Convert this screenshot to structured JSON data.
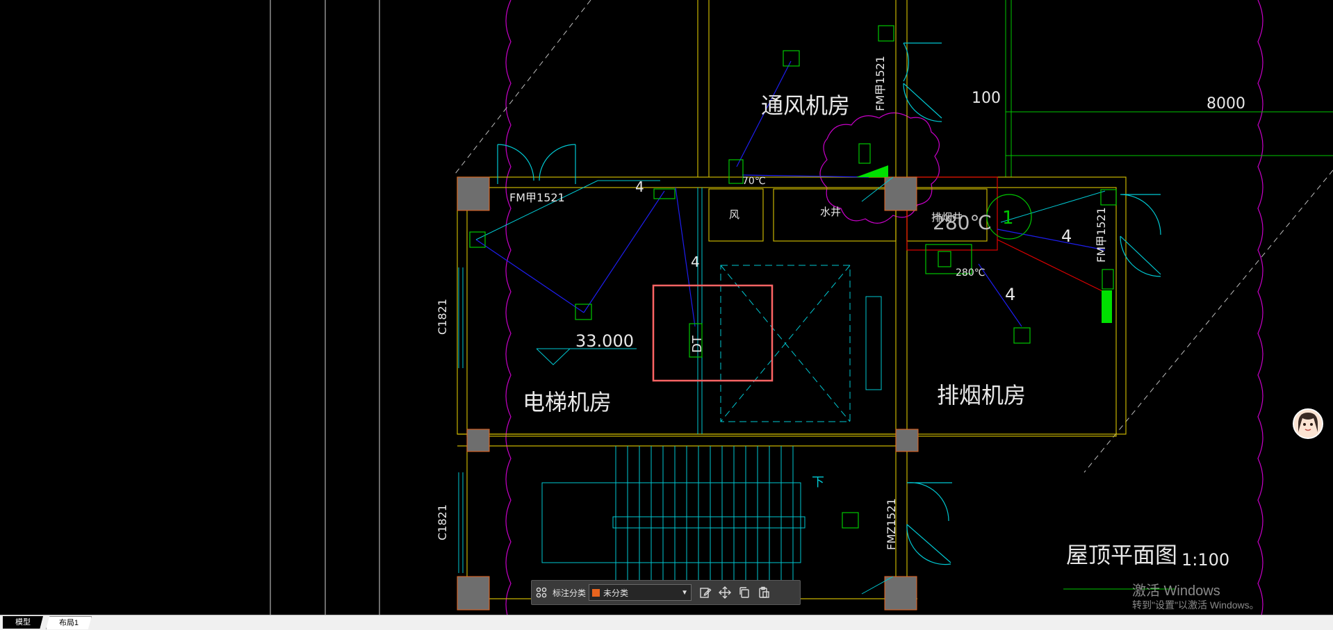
{
  "drawing": {
    "room_labels": {
      "ventilation_room": "通风机房",
      "elevator_room": "电梯机房",
      "smoke_exhaust_room": "排烟机房",
      "wind_shaft": "风",
      "water_shaft": "水井",
      "smoke_shaft": "排烟井"
    },
    "door_tags": {
      "fm_a_top": "FM甲1521",
      "fm_a_left": "FM甲1521",
      "fm_a_right": "FM甲1521",
      "fm_b_bottom": "FMZ1521"
    },
    "window_tags": {
      "c1821_upper": "C1821",
      "c1821_lower": "C1821"
    },
    "elevation": "33.000",
    "dims": {
      "d100": "100",
      "d8000": "8000"
    },
    "temps": {
      "t70": "70℃",
      "t280": "280℃",
      "t280_big": "280℃"
    },
    "numbers": {
      "four_a": "4",
      "four_b": "4",
      "four_c": "4",
      "four_d": "4",
      "grid_1": "1"
    },
    "elevator_tag": "DT",
    "stair_down": "下",
    "sheet_title": "屋顶平面图",
    "sheet_scale": "1:100"
  },
  "toolbar": {
    "label": "标注分类",
    "selected": "未分类",
    "icons": [
      "grid-icon",
      "edit-icon",
      "move-icon",
      "copy-icon",
      "paste-icon"
    ]
  },
  "tabs": [
    {
      "label": "模型",
      "active": true
    },
    {
      "label": "布局1",
      "active": false
    }
  ],
  "watermark": {
    "line1": "激活 Windows",
    "line2": "转到\"设置\"以激活 Windows。"
  },
  "colors": {
    "wall": "#c8b400",
    "cloud": "#c800c8",
    "cyan": "#00c8d2",
    "green": "#00c800",
    "blue": "#1e1ef0",
    "red_box": "#ff6464",
    "column": "#6e6e6e"
  }
}
